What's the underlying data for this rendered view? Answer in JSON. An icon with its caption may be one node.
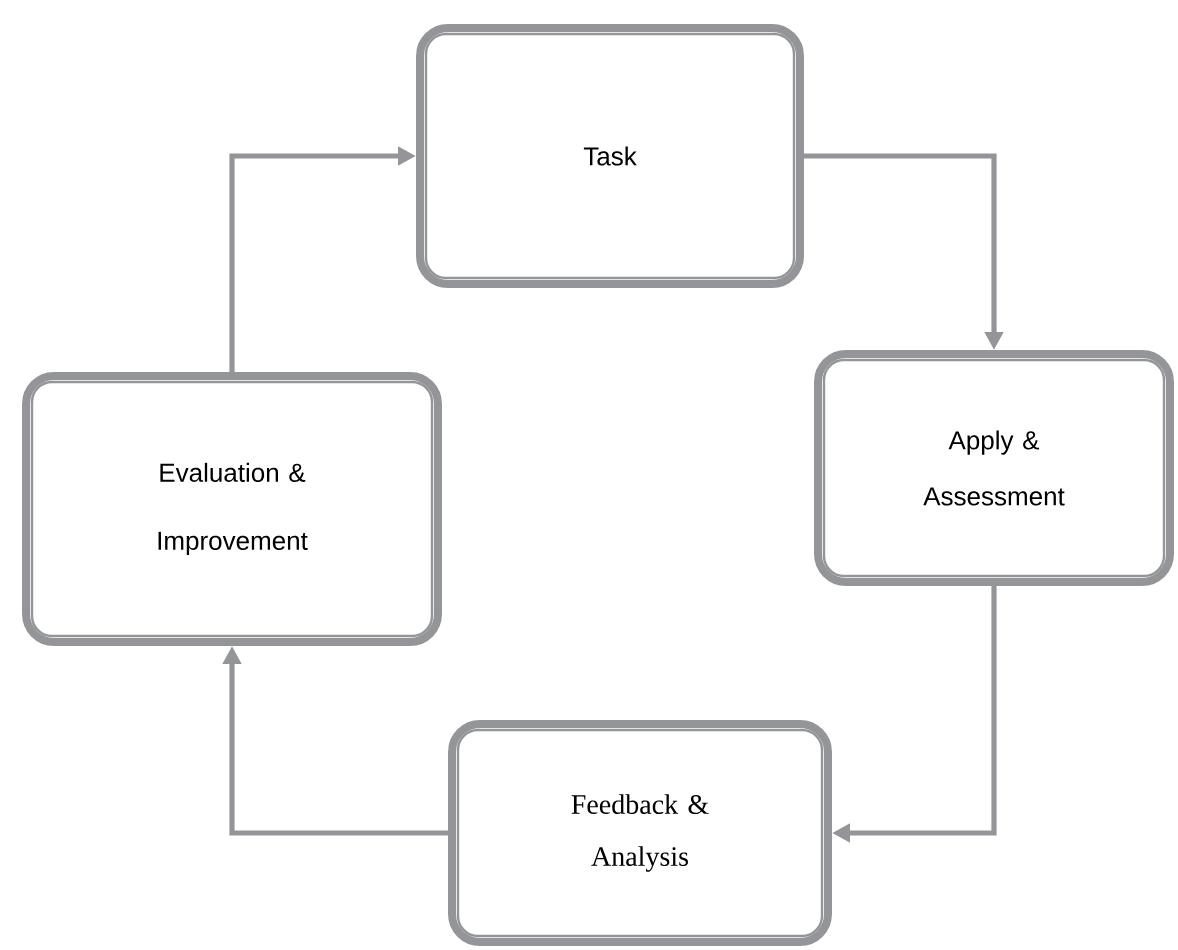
{
  "diagram": {
    "nodes": [
      {
        "text": [
          "Task"
        ]
      },
      {
        "text": [
          "Apply & Assessment"
        ]
      },
      {
        "text": [
          "Evaluation & Improvement"
        ]
      },
      {
        "text": [
          "Feedback & Analysis"
        ]
      }
    ],
    "edges": [
      {
        "from": 0,
        "to": 1,
        "arrow": "to"
      },
      {
        "from": 1,
        "to": 3,
        "arrow": "to"
      },
      {
        "from": 3,
        "to": 2,
        "arrow": "to"
      },
      {
        "from": 2,
        "to": 0,
        "arrow": "to"
      }
    ]
  }
}
